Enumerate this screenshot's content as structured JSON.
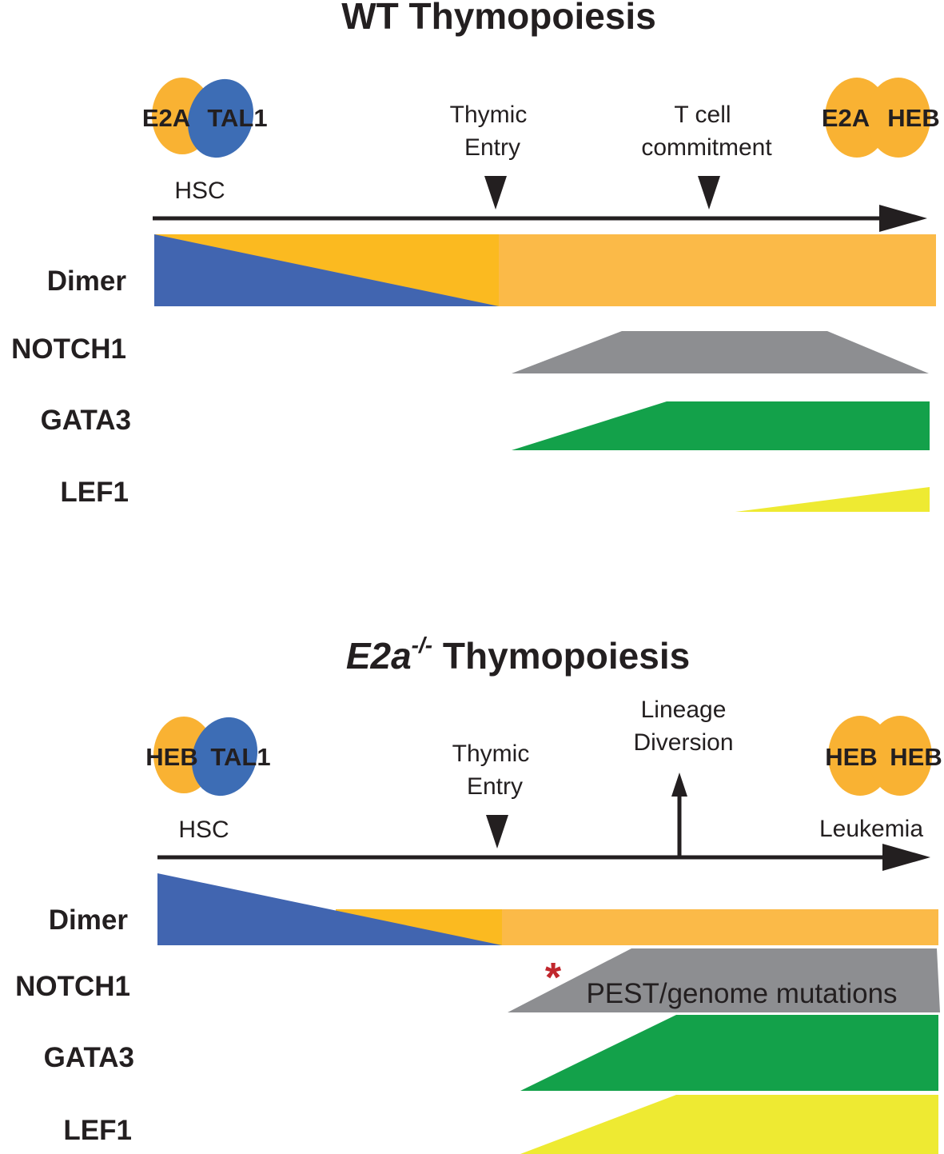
{
  "colors": {
    "orange": "#f9b233",
    "orange_dark": "#fbba20",
    "blue": "#4165b0",
    "blue_oval": "#3d6db5",
    "gray": "#8d8e91",
    "green": "#13a14a",
    "yellow": "#eeea32",
    "red": "#c1272d",
    "ink": "#231f20"
  },
  "wt": {
    "title": "WT Thymopoiesis",
    "left_dimer": {
      "a": "E2A",
      "b": "TAL1",
      "a_color": "orange",
      "b_color": "blue"
    },
    "right_dimer": {
      "a": "E2A",
      "b": "HEB",
      "a_color": "orange",
      "b_color": "orange"
    },
    "start_label": "HSC",
    "thymic_entry": [
      "Thymic",
      "Entry"
    ],
    "commitment": [
      "T cell",
      "commitment"
    ],
    "rows": [
      "Dimer",
      "NOTCH1",
      "GATA3",
      "LEF1"
    ]
  },
  "ko": {
    "title_italic": "E2a",
    "title_sup": "-/-",
    "title_rest": " Thymopoiesis",
    "left_dimer": {
      "a": "HEB",
      "b": "TAL1",
      "a_color": "orange",
      "b_color": "blue"
    },
    "right_dimer": {
      "a": "HEB",
      "b": "HEB",
      "a_color": "orange",
      "b_color": "orange"
    },
    "start_label": "HSC",
    "thymic_entry": [
      "Thymic",
      "Entry"
    ],
    "diversion": [
      "Lineage",
      "Diversion"
    ],
    "end_label": "Leukemia",
    "mutation_star": "*",
    "mutation_text": "PEST/genome mutations",
    "rows": [
      "Dimer",
      "NOTCH1",
      "GATA3",
      "LEF1"
    ]
  }
}
